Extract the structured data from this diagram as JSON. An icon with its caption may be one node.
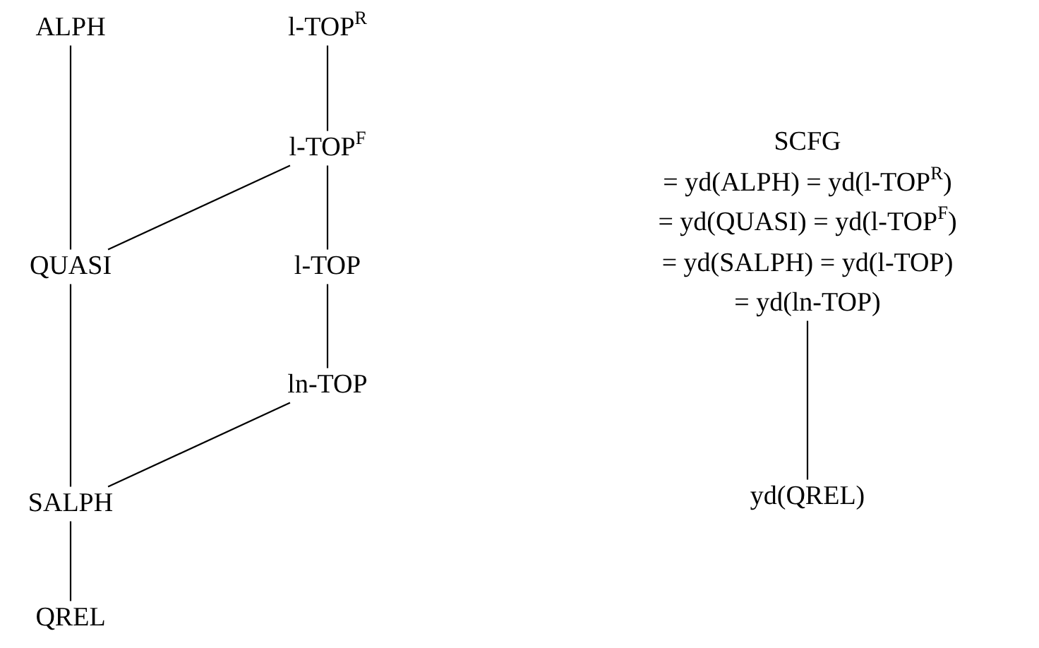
{
  "diagram": {
    "nodes": [
      {
        "text": [
          "ALPH"
        ]
      },
      {
        "text": [
          "l-TOP$^{R}$"
        ]
      },
      {
        "text": [
          "l-TOP$^{F}$"
        ]
      },
      {
        "text": [
          "QUASI"
        ]
      },
      {
        "text": [
          "l-TOP"
        ]
      },
      {
        "text": [
          "ln-TOP"
        ]
      },
      {
        "text": [
          "SALPH"
        ]
      },
      {
        "text": [
          "QREL"
        ]
      },
      {
        "text": [
          "SCFG",
          "= yd(ALPH) = yd(l-TOP$^{R}$)",
          "= yd(QUASI) = yd(l-TOP$^{F}$)",
          "= yd(SALPH) = yd(l-TOP)",
          "= yd(ln-TOP)"
        ]
      },
      {
        "text": [
          "yd(QREL)"
        ]
      }
    ],
    "edges": [
      {
        "from": 0,
        "to": 3,
        "arrow": "none"
      },
      {
        "from": 1,
        "to": 2,
        "arrow": "none"
      },
      {
        "from": 2,
        "to": 3,
        "arrow": "none"
      },
      {
        "from": 2,
        "to": 4,
        "arrow": "none"
      },
      {
        "from": 3,
        "to": 6,
        "arrow": "none"
      },
      {
        "from": 4,
        "to": 5,
        "arrow": "none"
      },
      {
        "from": 5,
        "to": 6,
        "arrow": "none"
      },
      {
        "from": 6,
        "to": 7,
        "arrow": "none"
      },
      {
        "from": 8,
        "to": 9,
        "arrow": "none"
      }
    ]
  }
}
